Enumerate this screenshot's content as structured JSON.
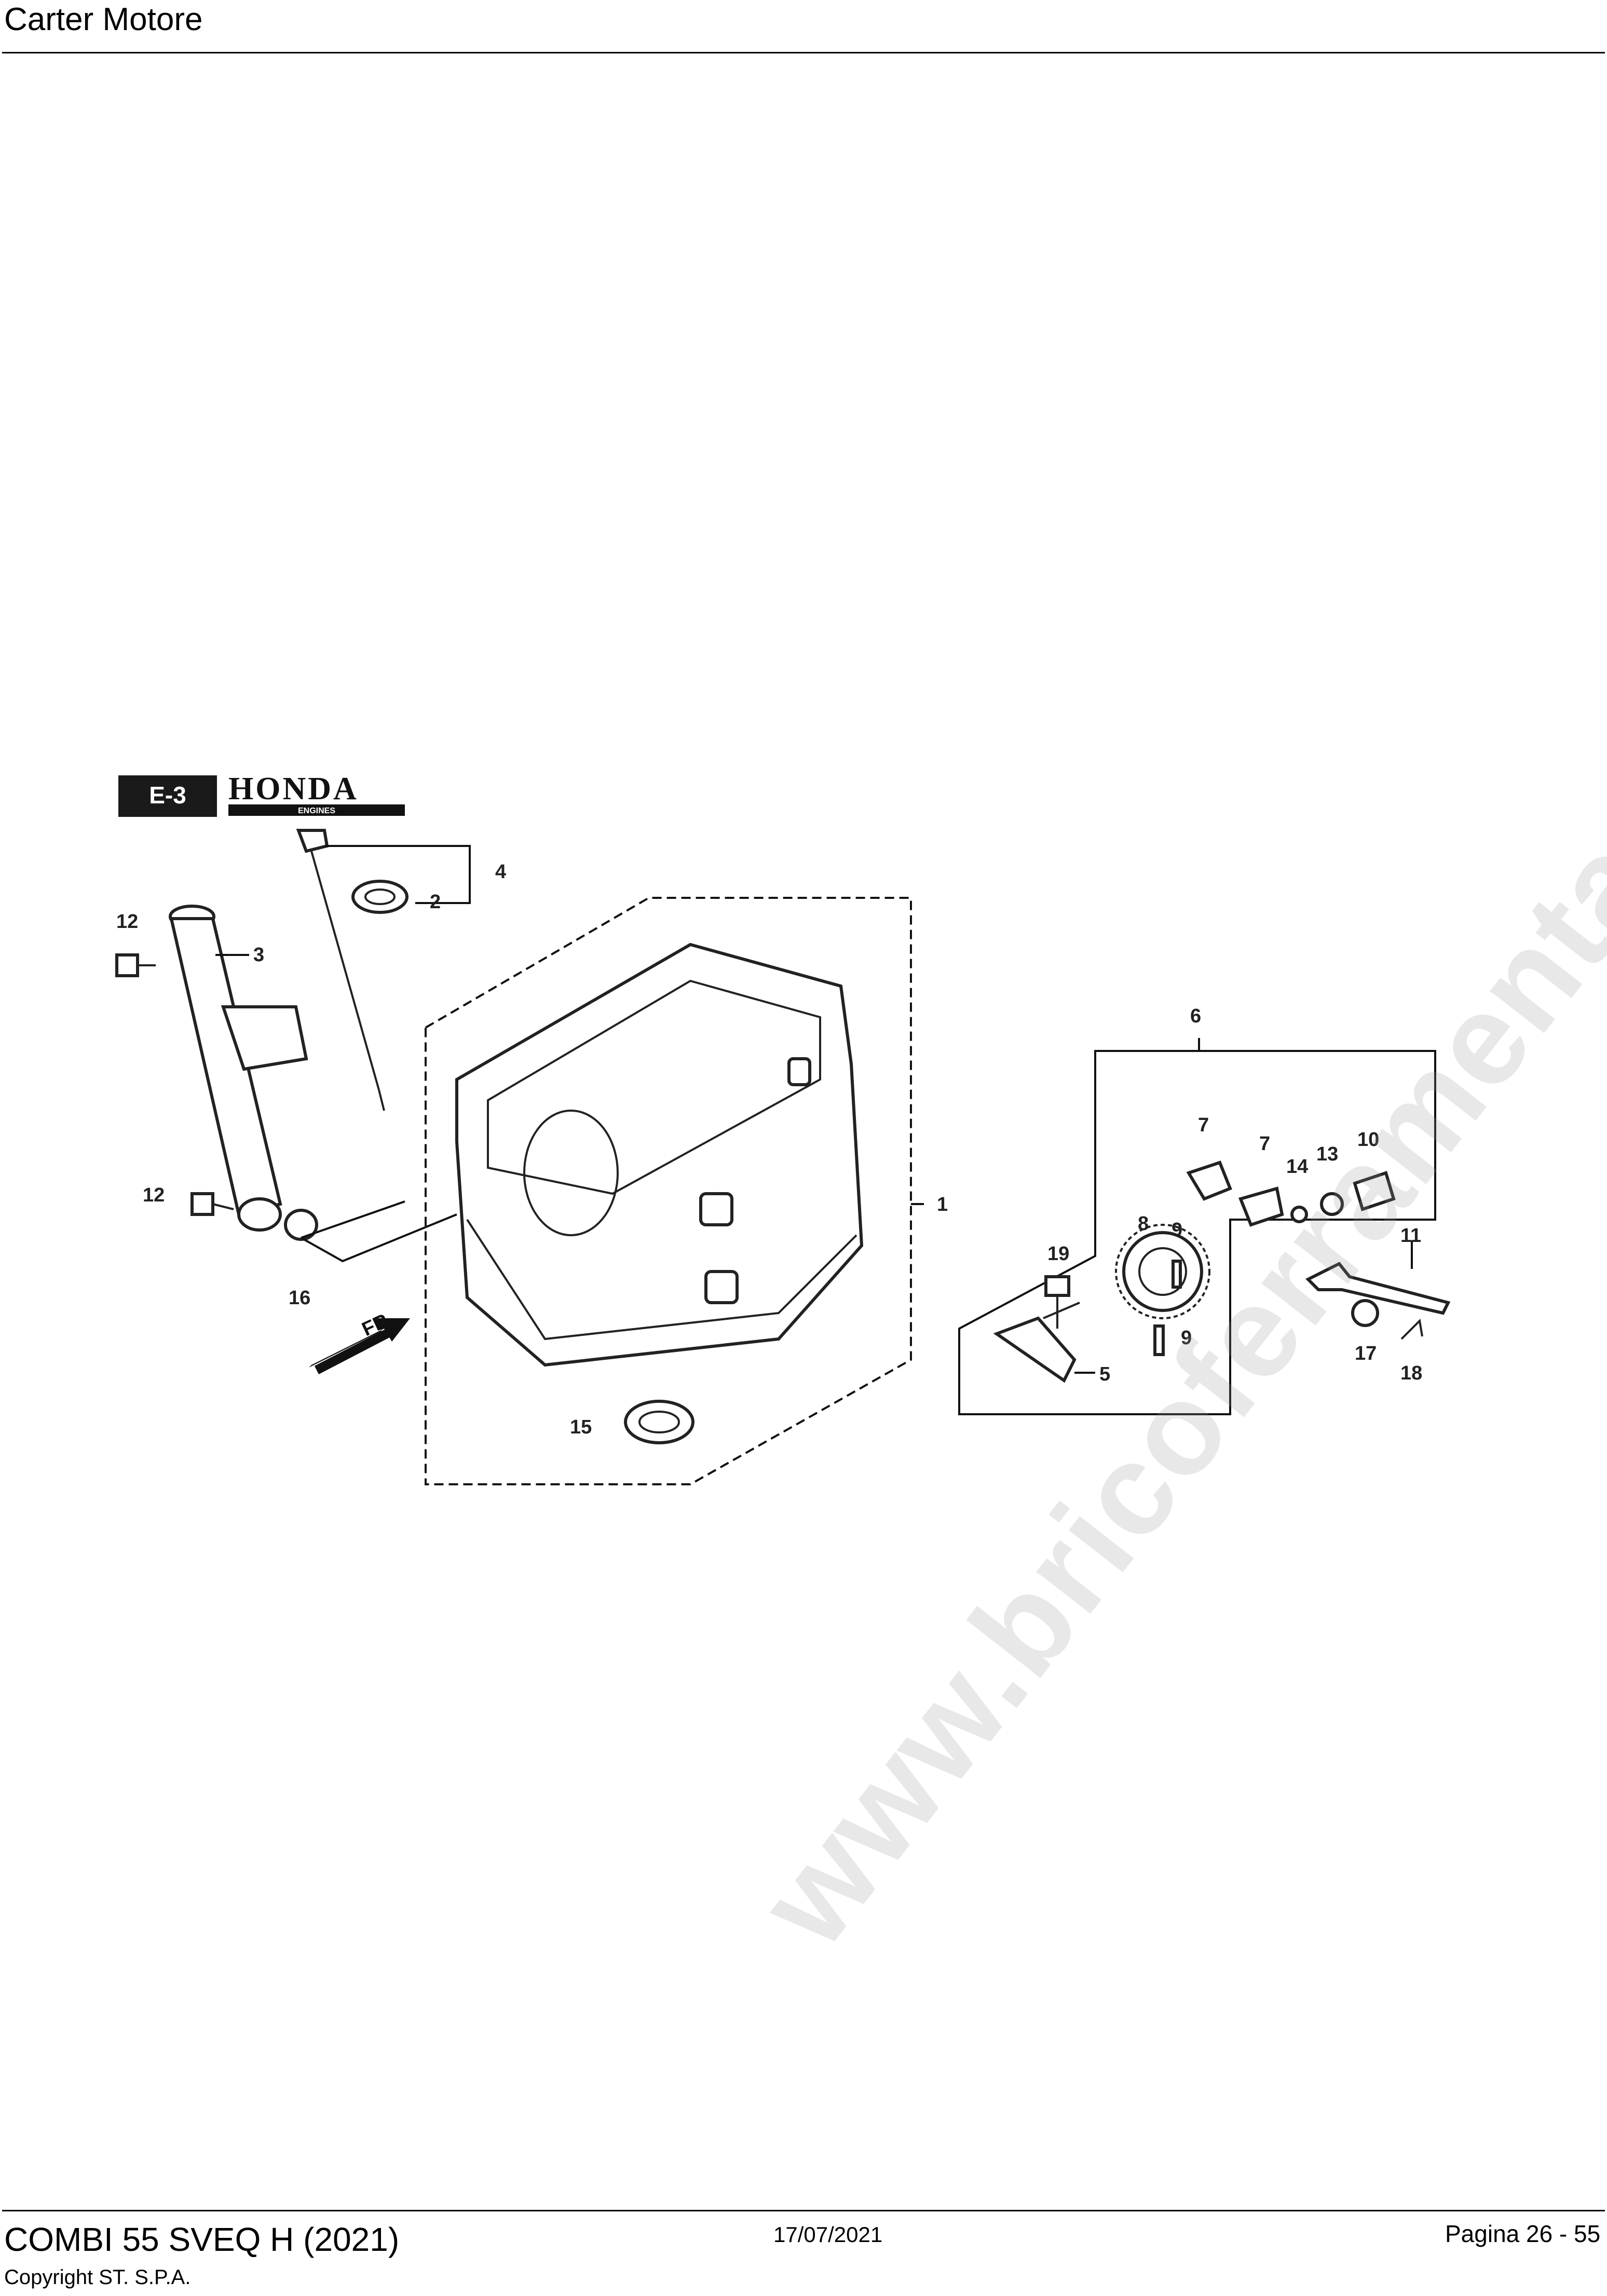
{
  "header": {
    "title": "Carter Motore"
  },
  "footer": {
    "model": "COMBI 55 SVEQ H (2021)",
    "copyright": "Copyright ST. S.P.A.",
    "date": "17/07/2021",
    "page": "Pagina 26 - 55"
  },
  "diagram": {
    "badge": "E-3",
    "logo_brand": "HONDA",
    "logo_sub": "ENGINES",
    "front_label": "FR.",
    "labels": {
      "p1": "1",
      "p2": "2",
      "p3": "3",
      "p4": "4",
      "p5": "5",
      "p6": "6",
      "p7a": "7",
      "p7b": "7",
      "p8": "8",
      "p9a": "9",
      "p9b": "9",
      "p10": "10",
      "p11": "11",
      "p12a": "12",
      "p12b": "12",
      "p13": "13",
      "p14": "14",
      "p15": "15",
      "p16": "16",
      "p17": "17",
      "p18": "18",
      "p19": "19"
    }
  },
  "watermark": "www.bricoferramenta.com"
}
